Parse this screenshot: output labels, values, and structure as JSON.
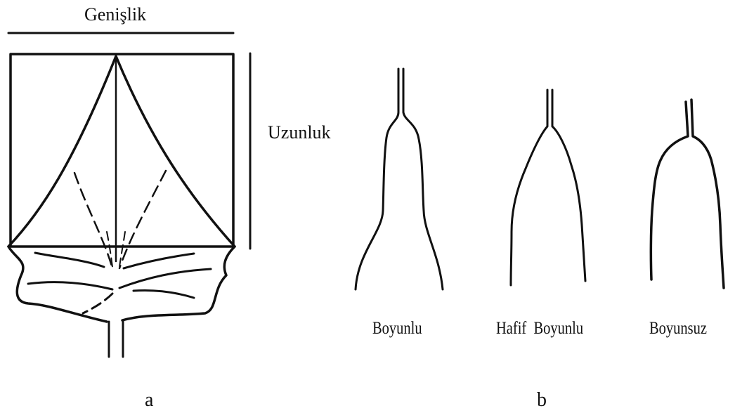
{
  "panel_a": {
    "width_label": "Genişlik",
    "length_label": "Uzunluk",
    "panel_letter": "a"
  },
  "panel_b": {
    "shapes": [
      {
        "label": "Boyunlu"
      },
      {
        "label": "Hafif  Boyunlu"
      },
      {
        "label": "Boyunsuz"
      }
    ],
    "panel_letter": "b"
  }
}
